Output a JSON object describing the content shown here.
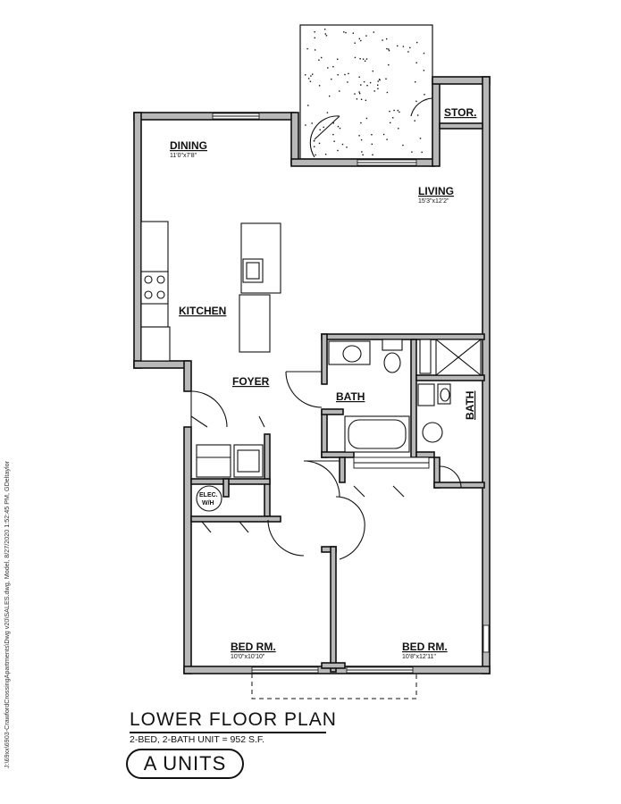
{
  "rooms": {
    "dining": {
      "name": "DINING",
      "size": "11'0\"x7'8\""
    },
    "living": {
      "name": "LIVING",
      "size": "15'3\"x12'2\""
    },
    "kitchen": {
      "name": "KITCHEN"
    },
    "foyer": {
      "name": "FOYER"
    },
    "bath1": {
      "name": "BATH"
    },
    "bath2": {
      "name": "BATH"
    },
    "storage": {
      "name": "STOR."
    },
    "bedroom1": {
      "name": "BED RM.",
      "size": "10'0\"x10'10\""
    },
    "bedroom2": {
      "name": "BED RM.",
      "size": "10'8\"x12'11\""
    },
    "elec": {
      "line1": "ELEC.",
      "line2": "W/H"
    }
  },
  "title": "LOWER FLOOR PLAN",
  "subtitle": "2-BED, 2-BATH UNIT = 952 S.F.",
  "units_badge": "A UNITS",
  "file_path": "J:\\69xx\\6903-CrawfordCrossingApartments\\Dwg v20\\SALES.dwg, Model, 8/27/2020 1:52:45 PM, GDeltaylor"
}
